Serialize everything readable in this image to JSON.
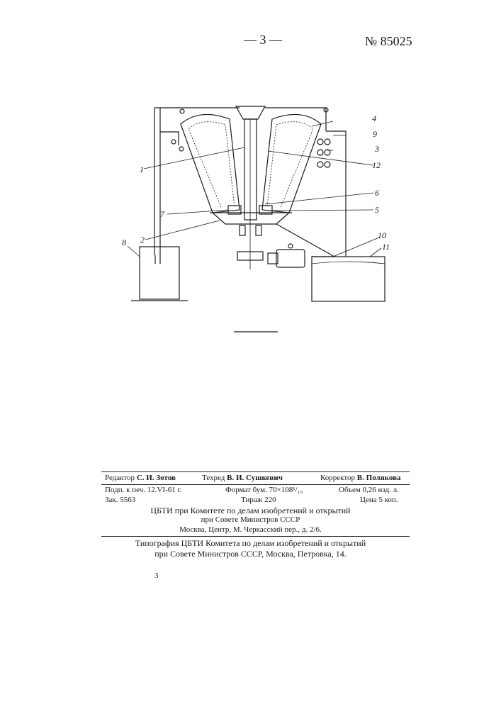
{
  "header": {
    "page_number": "— 3 —",
    "patent_number": "№ 85025"
  },
  "figure": {
    "callouts": [
      "1",
      "2",
      "3",
      "4",
      "5",
      "6",
      "7",
      "8",
      "9",
      "10",
      "11",
      "12"
    ]
  },
  "imprint": {
    "editor_label": "Редактор",
    "editor_name": "С. И. Зотов",
    "tech_label": "Техред",
    "tech_name": "В. И. Сушкевич",
    "corrector_label": "Корректор",
    "corrector_name": "В. Полякова",
    "signed": "Подп. к печ. 12.VI-61 г.",
    "format": "Формат бум. 70×108¹/₁₆",
    "volume": "Объем 0,26 изд. л.",
    "order": "Зак. 5563",
    "print_run": "Тираж 220",
    "price": "Цена 5 коп.",
    "publisher_line1": "ЦБТИ при Комитете по делам изобретений и открытий",
    "publisher_line2": "при Совете Министров СССР",
    "publisher_address": "Москва, Центр, М. Черкасский пер., д. 2/6.",
    "printer_line1": "Типография ЦБТИ Комитета по делам изобретений и открытий",
    "printer_line2": "при Совете Министров СССР, Москва, Петровка, 14."
  },
  "footer": {
    "page_mark": "3"
  }
}
